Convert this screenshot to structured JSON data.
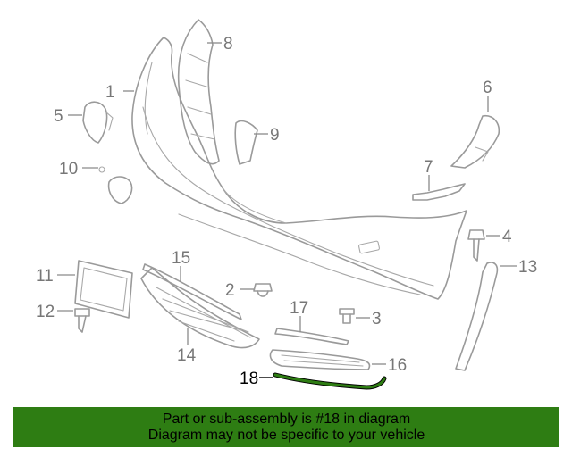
{
  "callouts": [
    {
      "id": "1",
      "label": "1"
    },
    {
      "id": "2",
      "label": "2"
    },
    {
      "id": "3",
      "label": "3"
    },
    {
      "id": "4",
      "label": "4"
    },
    {
      "id": "5",
      "label": "5"
    },
    {
      "id": "6",
      "label": "6"
    },
    {
      "id": "7",
      "label": "7"
    },
    {
      "id": "8",
      "label": "8"
    },
    {
      "id": "9",
      "label": "9"
    },
    {
      "id": "10",
      "label": "10"
    },
    {
      "id": "11",
      "label": "11"
    },
    {
      "id": "12",
      "label": "12"
    },
    {
      "id": "13",
      "label": "13"
    },
    {
      "id": "14",
      "label": "14"
    },
    {
      "id": "15",
      "label": "15"
    },
    {
      "id": "16",
      "label": "16"
    },
    {
      "id": "17",
      "label": "17"
    },
    {
      "id": "18",
      "label": "18"
    }
  ],
  "highlight": {
    "part": "18",
    "color": "#2e7d13"
  },
  "banner": {
    "line1": "Part or sub-assembly is #18 in diagram",
    "line2": "Diagram may not be specific to your vehicle",
    "color": "#2e7d13"
  }
}
